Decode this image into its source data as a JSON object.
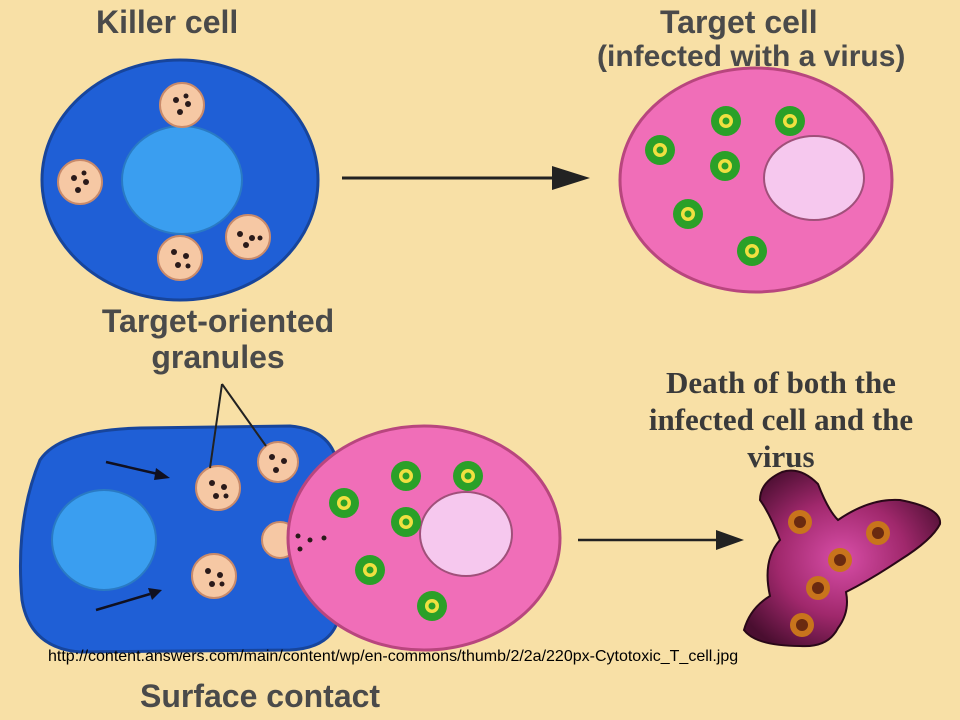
{
  "labels": {
    "killer_cell": "Killer cell",
    "target_cell": "Target cell",
    "target_cell_sub": "(infected with a virus)",
    "granules_line1": "Target-oriented",
    "granules_line2": "granules",
    "death_line1": "Death of both the",
    "death_line2": "infected cell and the",
    "death_line3": "virus",
    "surface_contact": "Surface contact"
  },
  "source_url": "http://content.answers.com/main/content/wp/en-commons/thumb/2/2a/220px-Cytotoxic_T_cell.jpg",
  "colors": {
    "background": "#f8e0a6",
    "killer_cell": "#1f5fd6",
    "killer_nucleus": "#3a9ef0",
    "target_cell": "#f06eb8",
    "target_nucleus": "#f6c8ee",
    "granule": "#f6c8a4",
    "virus_ring": "#2aa028",
    "virus_core": "#f0e040",
    "dead_cell": "#6b1648"
  }
}
